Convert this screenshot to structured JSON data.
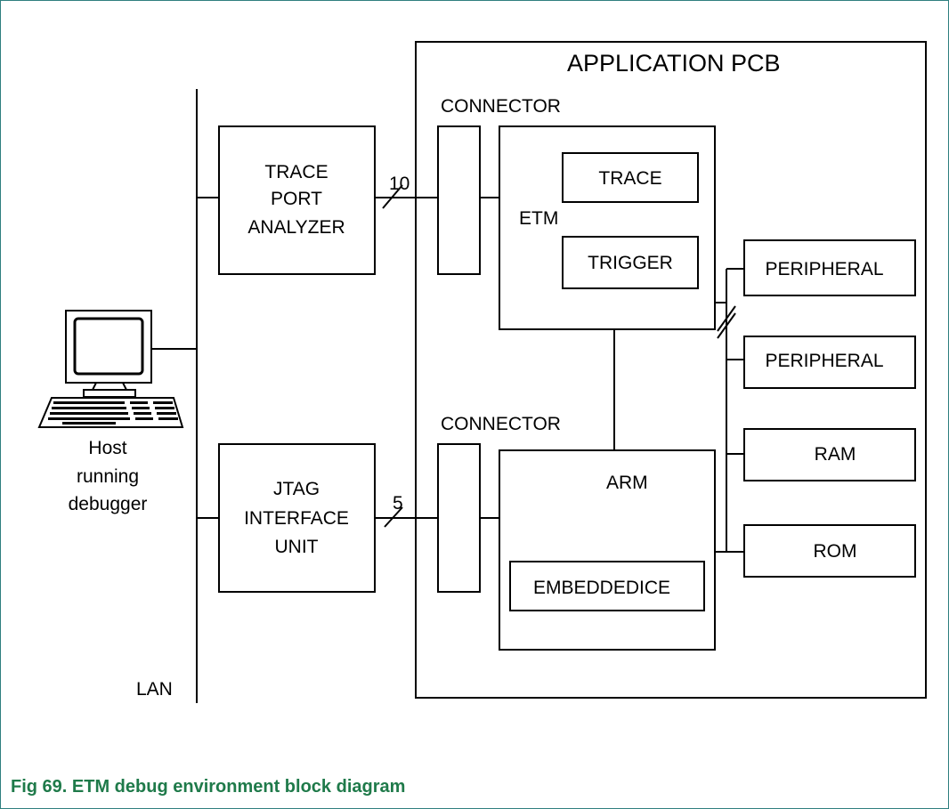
{
  "diagram": {
    "pcb_title": "APPLICATION PCB",
    "connector_top_label": "CONNECTOR",
    "connector_bottom_label": "CONNECTOR",
    "trace_port_analyzer": [
      "TRACE",
      "PORT",
      "ANALYZER"
    ],
    "jtag_unit": [
      "JTAG",
      "INTERFACE",
      "UNIT"
    ],
    "bus_width_trace": "10",
    "bus_width_jtag": "5",
    "etm_label": "ETM",
    "trace_block": "TRACE",
    "trigger_block": "TRIGGER",
    "arm_label": "ARM",
    "embeddedice_block": "EMBEDDEDICE",
    "peripherals": [
      "PERIPHERAL",
      "PERIPHERAL",
      "RAM",
      "ROM"
    ],
    "host_label": [
      "Host",
      "running",
      "debugger"
    ],
    "lan_label": "LAN"
  },
  "caption": "Fig 69.  ETM debug environment block diagram",
  "colors": {
    "frame_border": "#2f7f7f",
    "caption": "#1f7a4a"
  }
}
